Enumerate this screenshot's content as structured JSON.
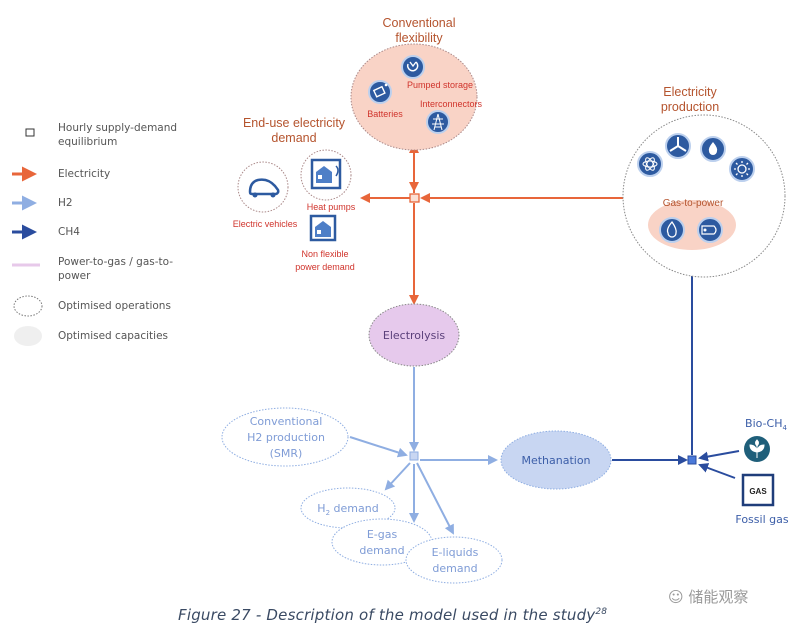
{
  "legend": {
    "items": [
      {
        "key": "hourly",
        "label_lines": [
          "Hourly supply-demand",
          "equilibrium"
        ]
      },
      {
        "key": "electricity",
        "label_lines": [
          "Electricity"
        ]
      },
      {
        "key": "h2",
        "label_lines": [
          "H2"
        ]
      },
      {
        "key": "ch4",
        "label_lines": [
          "CH4"
        ]
      },
      {
        "key": "p2g",
        "label_lines": [
          "Power-to-gas / gas-to-",
          "power"
        ]
      },
      {
        "key": "ops",
        "label_lines": [
          "Optimised operations"
        ]
      },
      {
        "key": "caps",
        "label_lines": [
          "Optimised capacities"
        ]
      }
    ]
  },
  "colors": {
    "electricity": "#e8663a",
    "h2": "#8faee2",
    "ch4": "#2a4c9e",
    "p2g": "#e7c9ea",
    "node_red_text": "#c0392b",
    "title_brown": "#b5542e",
    "h2_text": "#7f9cd6",
    "ch4_text": "#3c5ea8",
    "flex_fill": "#f9d3c6",
    "icon_blue": "#2d5aa0"
  },
  "nodes": {
    "conventional_flexibility": {
      "title_lines": [
        "Conventional",
        "flexibility"
      ],
      "items": [
        "Pumped storage",
        "Batteries",
        "Interconnectors"
      ]
    },
    "end_use": {
      "title_lines": [
        "End-use electricity",
        "demand"
      ],
      "items": [
        "Heat pumps",
        "Electric vehicles"
      ],
      "non_flexible_lines": [
        "Non flexible",
        "power demand"
      ]
    },
    "electricity_production": {
      "title_lines": [
        "Electricity",
        "production"
      ],
      "gas_to_power": "Gas-to-power"
    },
    "electrolysis": "Electrolysis",
    "methanation": "Methanation",
    "conventional_h2": [
      "Conventional",
      "H2 production",
      "(SMR)"
    ],
    "h2_demand": "H",
    "h2_demand_sub": "2",
    "h2_demand_rest": " demand",
    "egas_demand": [
      "E-gas",
      "demand"
    ],
    "eliquids_demand": [
      "E-liquids",
      "demand"
    ],
    "bio_ch4": "Bio-CH",
    "bio_ch4_sub": "4",
    "fossil_gas": "Fossil gas",
    "gas_box": "GAS"
  },
  "caption": {
    "text": "Figure 27 - Description of the model used in the study",
    "superscript": "28"
  },
  "watermark": "储能观察"
}
